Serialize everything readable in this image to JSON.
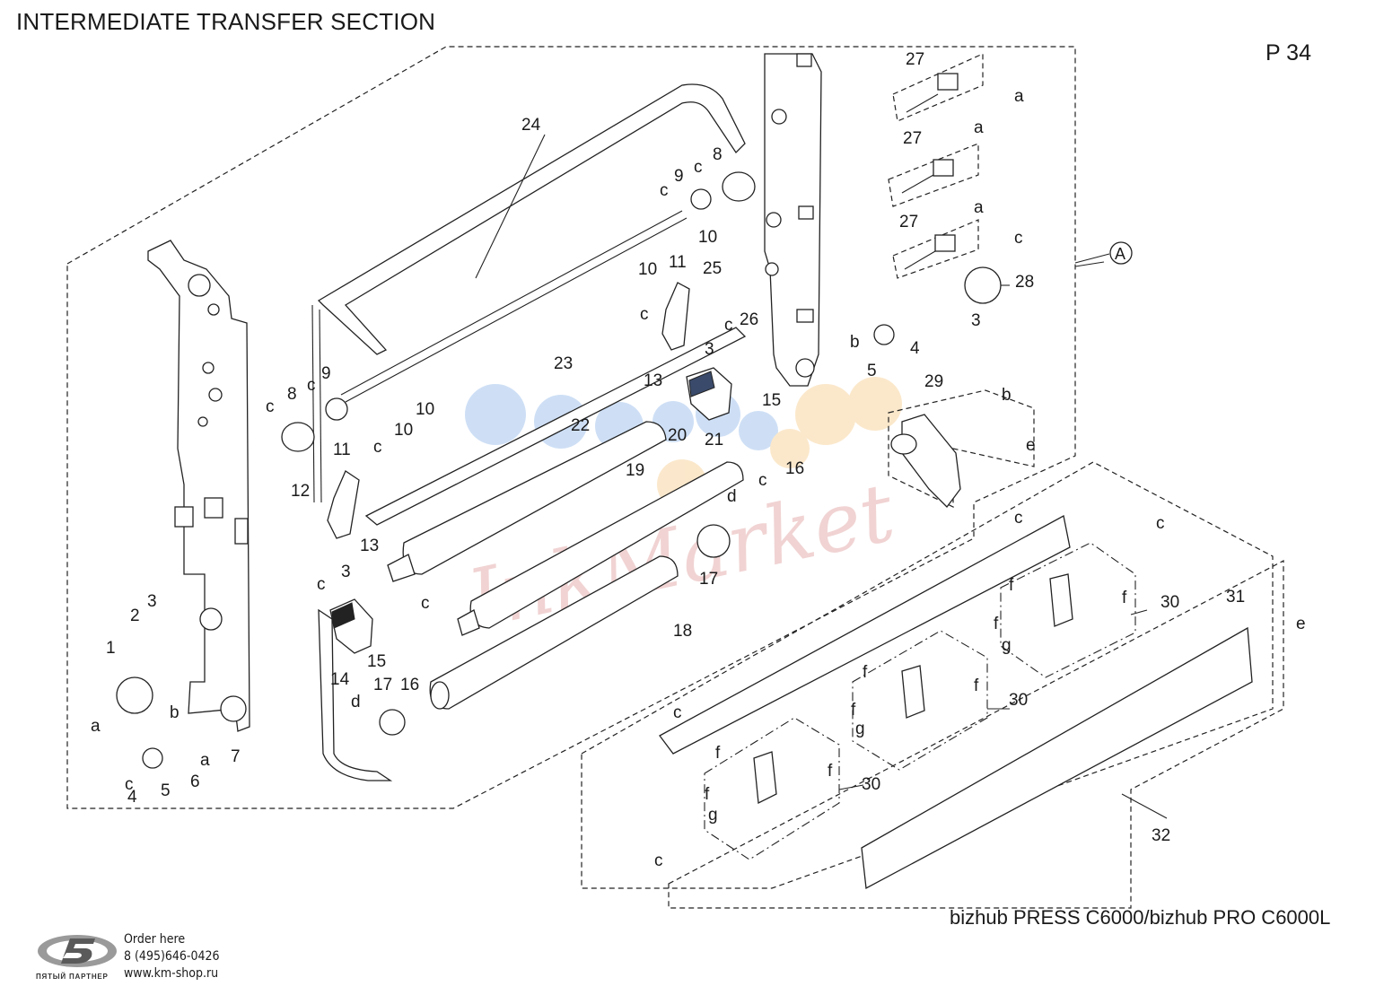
{
  "header": {
    "title": "INTERMEDIATE TRANSFER SECTION",
    "page": "P 34"
  },
  "footer": {
    "model": "bizhub PRESS C6000/bizhub PRO C6000L"
  },
  "dealer": {
    "tagline": "ПЯТЫЙ ПАРТНЕР",
    "order_label": "Order here",
    "phone": "8 (495)646-0426",
    "website": "www.km-shop.ru"
  },
  "watermark": {
    "text": "InkMarket"
  },
  "callout": {
    "circle_label": "A"
  },
  "part_labels": [
    "24",
    "8",
    "c",
    "9",
    "c",
    "10",
    "10",
    "11",
    "25",
    "c",
    "c",
    "3",
    "26",
    "23",
    "13",
    "20",
    "21",
    "15",
    "22",
    "19",
    "c",
    "16",
    "d",
    "17",
    "18",
    "12",
    "11",
    "c",
    "13",
    "3",
    "c",
    "14",
    "15",
    "16",
    "c",
    "17",
    "d",
    "8",
    "c",
    "9",
    "10",
    "10",
    "c",
    "1",
    "2",
    "3",
    "a",
    "b",
    "a",
    "4",
    "5",
    "6",
    "7",
    "c",
    "27",
    "a",
    "27",
    "a",
    "27",
    "a",
    "c",
    "28",
    "3",
    "b",
    "4",
    "5",
    "29",
    "b",
    "e",
    "c",
    "c",
    "f",
    "f",
    "30",
    "f",
    "g",
    "31",
    "e",
    "f",
    "f",
    "30",
    "f",
    "g",
    "c",
    "f",
    "f",
    "30",
    "f",
    "g",
    "c",
    "32"
  ],
  "colors": {
    "line": "#222222",
    "watermark_blue": "#c9dcf5",
    "watermark_orange": "#fbe6c6",
    "watermark_red": "#e6b0b0"
  }
}
